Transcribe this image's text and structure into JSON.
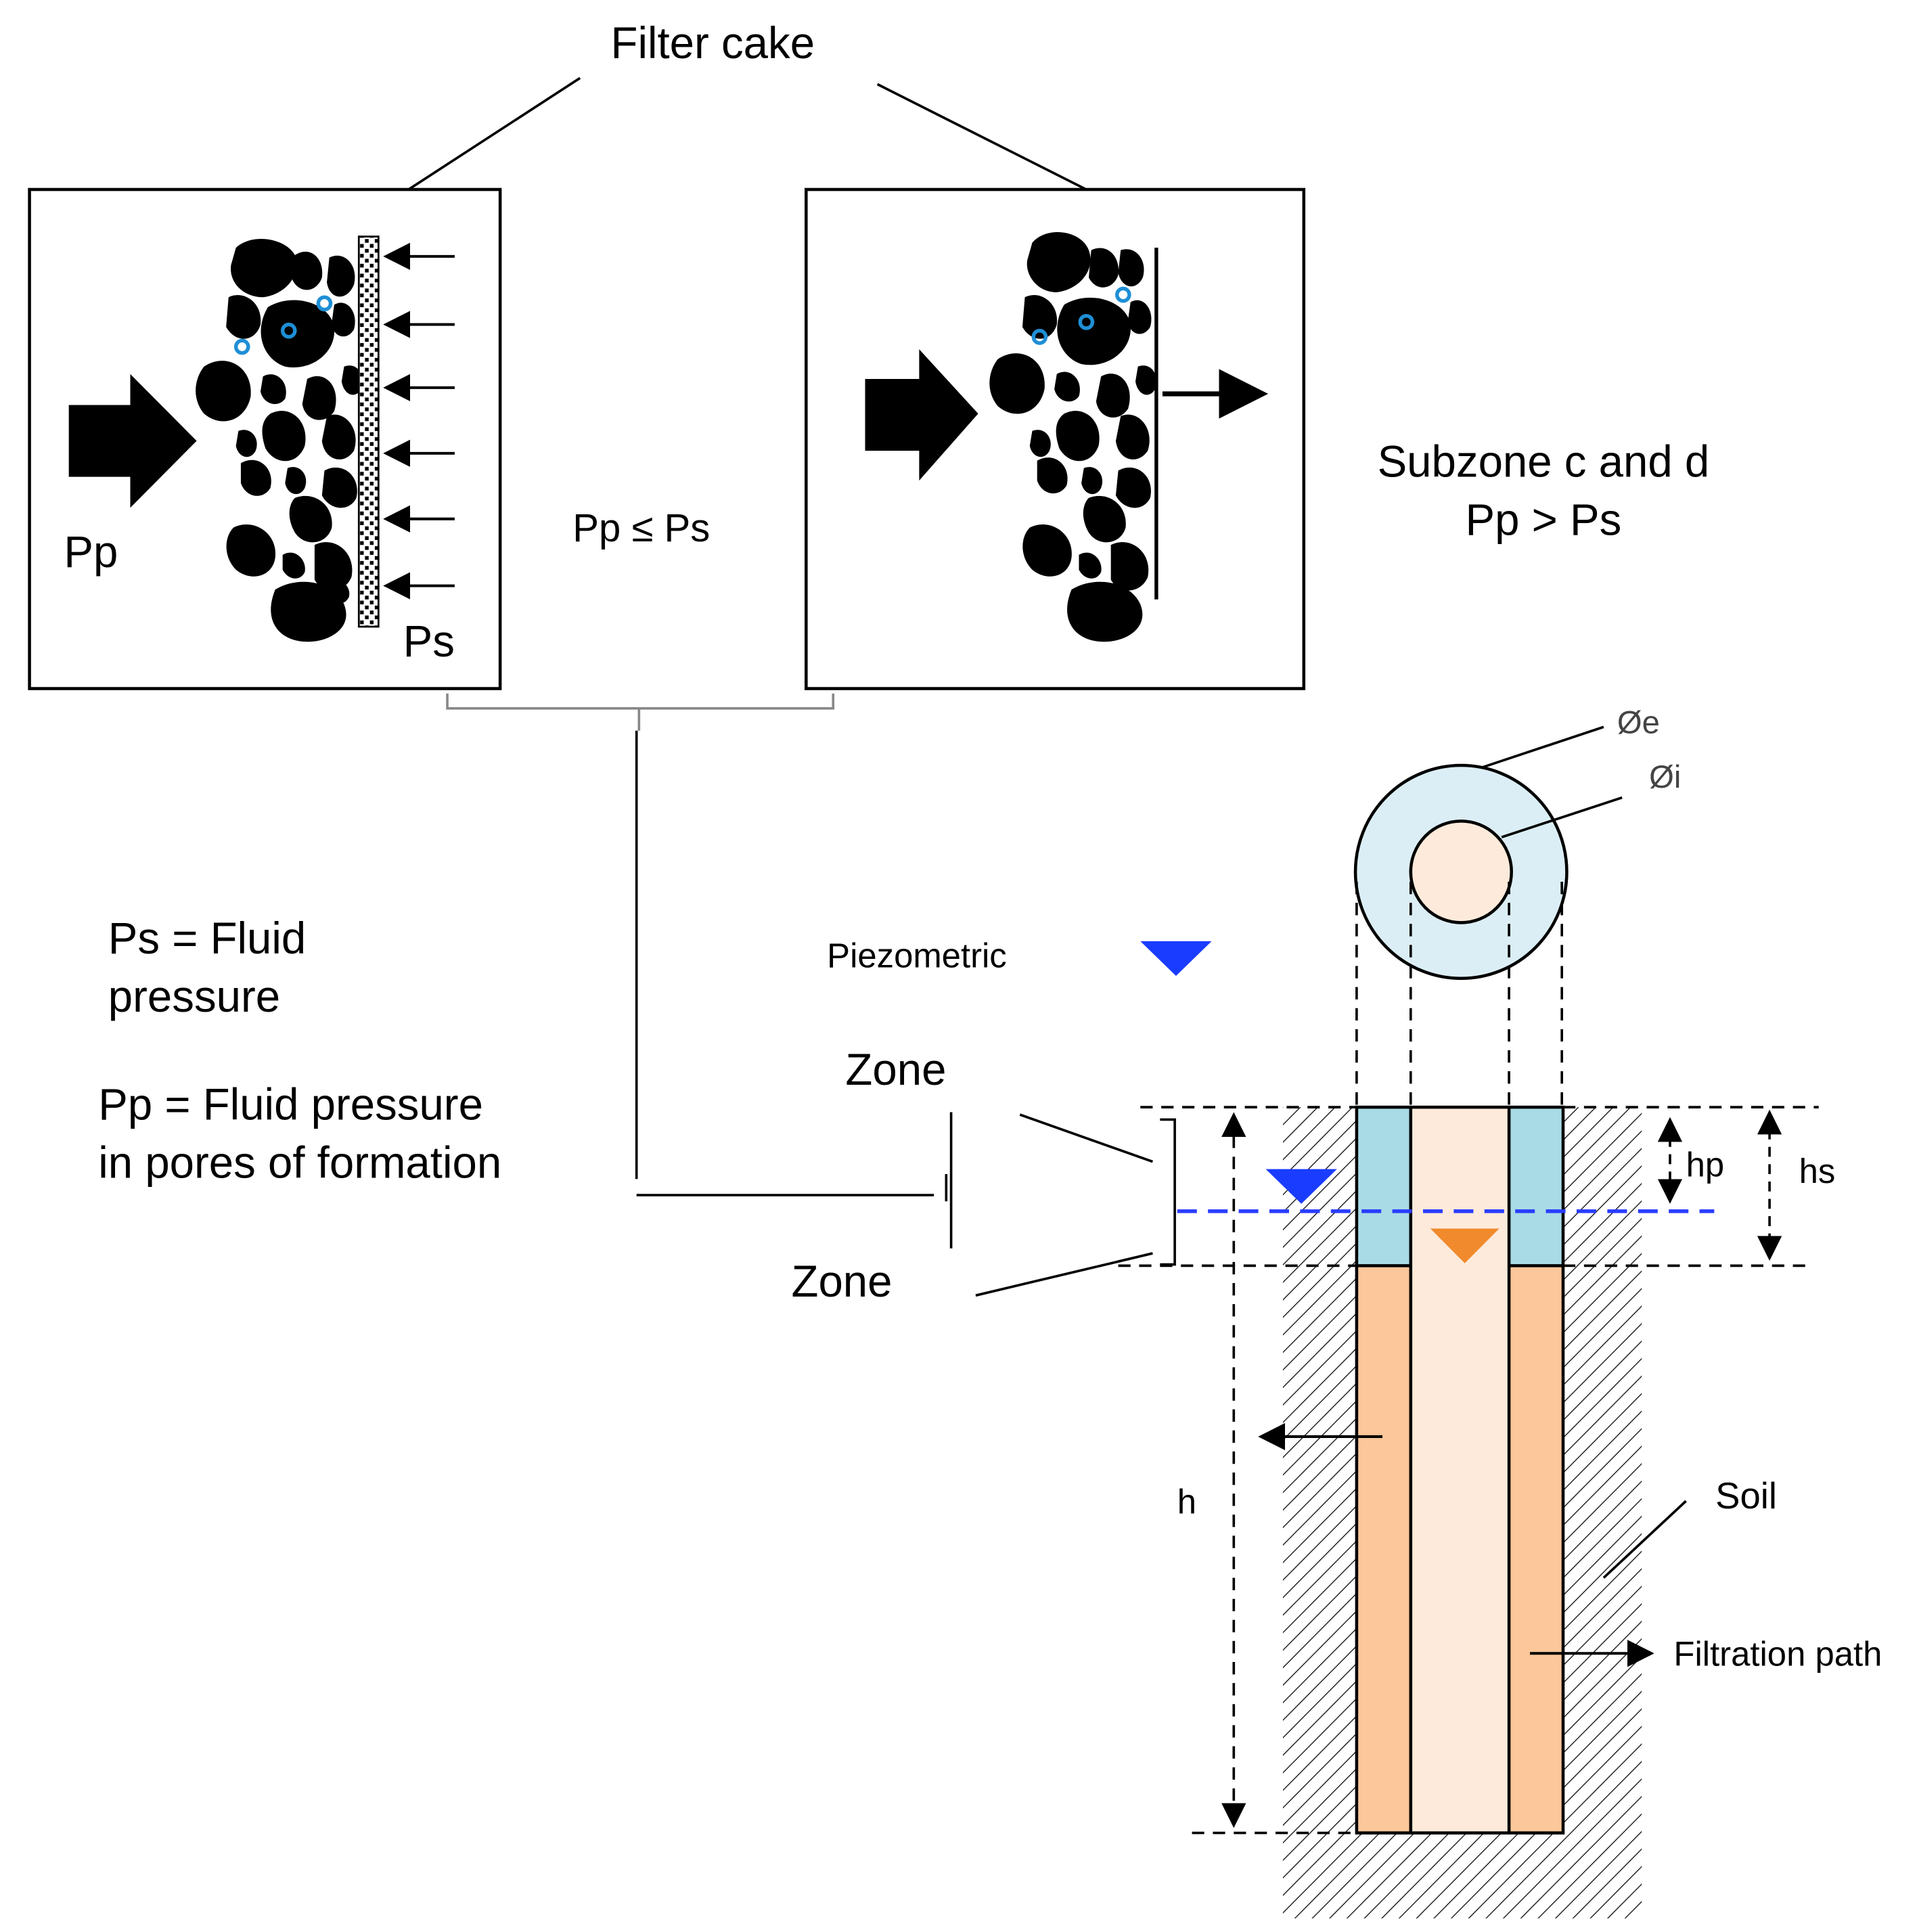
{
  "labels": {
    "filter_cake": "Filter cake",
    "pp_left": "Pp",
    "ps_left": "Ps",
    "condition_left": "Pp ≤ Ps",
    "subzone_title": "Subzone c and d",
    "subzone_condition": "Pp > Ps",
    "ps_def_line1": "Ps = Fluid",
    "ps_def_line2": "pressure",
    "pp_def_line1": "Pp = Fluid pressure",
    "pp_def_line2": "in pores of formation",
    "diam_ext": "Øe",
    "diam_int": "Øi",
    "piezometric": "Piezometric",
    "zone_top": "Zone",
    "zone_bottom": "Zone",
    "hp": "hp",
    "hs": "hs",
    "h": "h",
    "soil": "Soil",
    "filtration_path": "Filtration path"
  },
  "colors": {
    "water_level": "#1a3cff",
    "slurry_level": "#f08a2c",
    "annulus_water": "#a8dbe6",
    "annulus_slurry": "#fcc79a",
    "core": "#fdeadb",
    "ring_outer": "#dceef5",
    "pore_water": "#1e8fd6",
    "dashed_level": "#2a3cff"
  }
}
